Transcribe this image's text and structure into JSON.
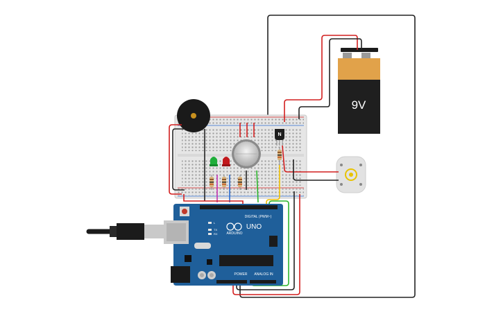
{
  "battery": {
    "label": "9V"
  },
  "transistor": {
    "label": "N"
  },
  "arduino": {
    "brand": "ARDUINO",
    "model": "UNO",
    "digital_label": "DIGITAL (PWM~)",
    "analog_label": "ANALOG IN",
    "power_label": "POWER",
    "pins_tx": "TX",
    "pins_rx": "RX",
    "pin_l": "L"
  },
  "colors": {
    "wire_red": "#d21e1e",
    "wire_black": "#222222",
    "wire_green": "#2db52d",
    "wire_yellow": "#f0c000",
    "wire_blue": "#2a6ad0",
    "wire_magenta": "#c02fb0",
    "board_blue": "#1f5f9a",
    "battery_orange": "#e1a24a"
  }
}
